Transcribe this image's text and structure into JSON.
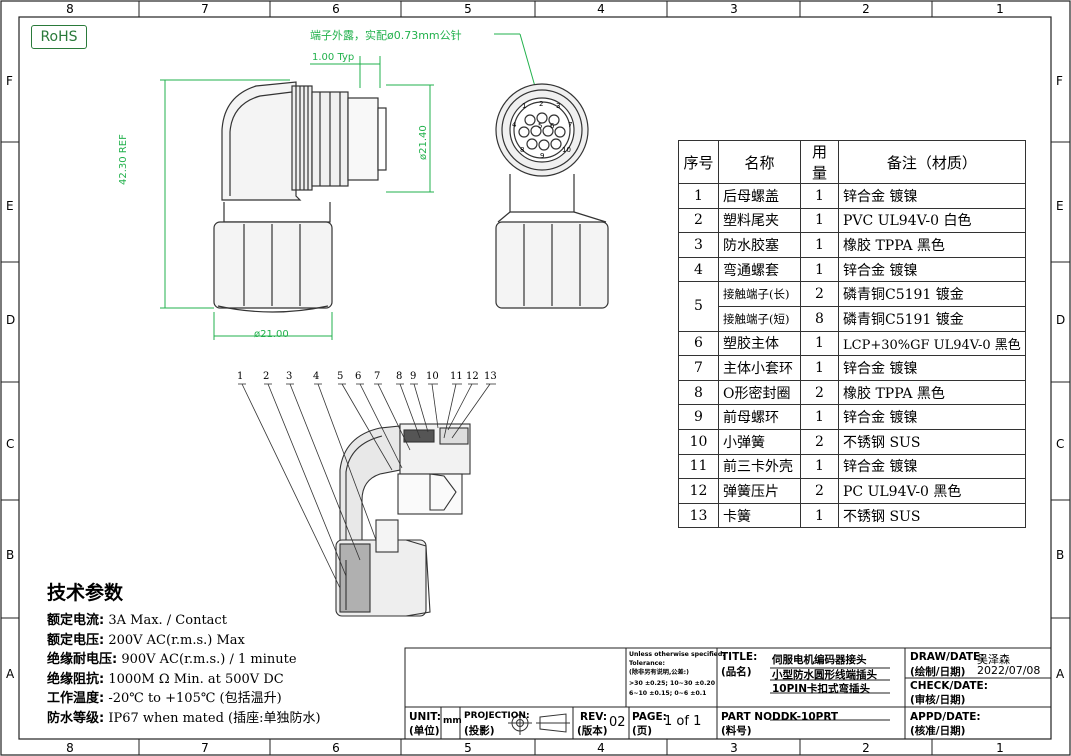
{
  "rohs": "RoHS",
  "zones": {
    "columns": [
      "8",
      "7",
      "6",
      "5",
      "4",
      "3",
      "2",
      "1"
    ],
    "rows": [
      "F",
      "E",
      "D",
      "C",
      "B",
      "A"
    ]
  },
  "annotations": {
    "terminal_note": "端子外露，实配ø0.73mm公针",
    "typ": "1.00  Typ",
    "ref_height": "42.30 REF",
    "dia_body": "ø21.40",
    "dia_nut": "ø21.00"
  },
  "pin_numbers": [
    "1",
    "2",
    "3",
    "4",
    "5",
    "6",
    "7",
    "8",
    "9",
    "10"
  ],
  "leader_numbers": [
    "1",
    "2",
    "3",
    "4",
    "5",
    "6",
    "7",
    "8",
    "9",
    "10",
    "11",
    "12",
    "13"
  ],
  "bom": {
    "headers": [
      "序号",
      "名称",
      "用量",
      "备注（材质）"
    ],
    "rows": [
      {
        "no": "1",
        "name": "后母螺盖",
        "qty": "1",
        "note": "锌合金 镀镍"
      },
      {
        "no": "2",
        "name": "塑料尾夹",
        "qty": "1",
        "note": "PVC UL94V-0 白色"
      },
      {
        "no": "3",
        "name": "防水胶塞",
        "qty": "1",
        "note": "橡胶 TPPA 黑色"
      },
      {
        "no": "4",
        "name": "弯通螺套",
        "qty": "1",
        "note": "锌合金 镀镍"
      },
      {
        "no": "5",
        "name": "接触端子(长)",
        "qty": "2",
        "note": "磷青铜C5191 镀金"
      },
      {
        "no": "",
        "name": "接触端子(短)",
        "qty": "8",
        "note": "磷青铜C5191 镀金"
      },
      {
        "no": "6",
        "name": "塑胶主体",
        "qty": "1",
        "note": "LCP+30%GF UL94V-0 黑色"
      },
      {
        "no": "7",
        "name": "主体小套环",
        "qty": "1",
        "note": "锌合金 镀镍"
      },
      {
        "no": "8",
        "name": "O形密封圈",
        "qty": "2",
        "note": "橡胶 TPPA 黑色"
      },
      {
        "no": "9",
        "name": "前母螺环",
        "qty": "1",
        "note": "锌合金 镀镍"
      },
      {
        "no": "10",
        "name": "小弹簧",
        "qty": "2",
        "note": "不锈钢 SUS"
      },
      {
        "no": "11",
        "name": "前三卡外壳",
        "qty": "1",
        "note": "锌合金 镀镍"
      },
      {
        "no": "12",
        "name": "弹簧压片",
        "qty": "2",
        "note": "PC UL94V-0 黑色"
      },
      {
        "no": "13",
        "name": "卡簧",
        "qty": "1",
        "note": "不锈钢 SUS"
      }
    ]
  },
  "specs": {
    "title": "技术参数",
    "lines": [
      {
        "label": "额定电流:",
        "value": " 3A Max. / Contact"
      },
      {
        "label": "额定电压:",
        "value": " 200V AC(r.m.s.) Max"
      },
      {
        "label": "绝缘耐电压:",
        "value": " 900V AC(r.m.s.) / 1 minute"
      },
      {
        "label": "绝缘阻抗:",
        "value": " 1000M Ω Min. at 500V DC"
      },
      {
        "label": "工作温度:",
        "value": " -20℃ to +105℃ (包括温升)"
      },
      {
        "label": "防水等级:",
        "value": " IP67 when mated (插座:单独防水)"
      }
    ]
  },
  "title_block": {
    "tolerance_1": "Unless otherwise specified.",
    "tolerance_2": "Tolerance:",
    "tolerance_3": "(除非另有说明,公差:)",
    "tolerance_4": ">30 ±0.25; 10~30 ±0.20",
    "tolerance_5": "6~10 ±0.15; 0~6 ±0.1",
    "title_label": "TITLE:",
    "title_label_cn": "(品名)",
    "title_1": "伺服电机编码器接头",
    "title_2": "小型防水圆形线端插头",
    "title_3": "10PIN卡扣式弯插头",
    "draw_label": "DRAW/DATE:",
    "draw_label_cn": "(绘制/日期)",
    "draw_name": "吴泽森",
    "draw_date": "2022/07/08",
    "check_label": "CHECK/DATE:",
    "check_label_cn": "(审核/日期)",
    "unit_label": "UNIT:",
    "unit_label_cn": "(单位)",
    "unit_value": "mm",
    "projection_label": "PROJECTION:",
    "projection_label_cn": "(投影)",
    "rev_label": "REV:",
    "rev_label_cn": "(版本)",
    "rev_value": "02",
    "page_label": "PAGE:",
    "page_label_cn": "(页)",
    "page_value": "1 of 1",
    "part_label": "PART NO:",
    "part_label_cn": "(料号)",
    "part_value": "DDK-10PRT",
    "appd_label": "APPD/DATE:",
    "appd_label_cn": "(核准/日期)"
  }
}
